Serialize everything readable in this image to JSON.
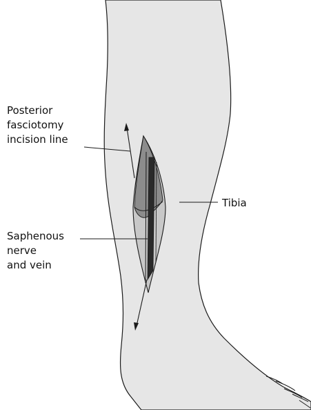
{
  "labels": {
    "posterior_fasciotomy": [
      "Posterior",
      "fasciotomy",
      "incision line"
    ],
    "tibia": "Tibia",
    "saphenous": [
      "Saphenous",
      "nerve",
      "and vein"
    ]
  },
  "colors": {
    "skin": "#e6e6e6",
    "outline": "#1a1a1a",
    "incision_fill": "#c8c8c8",
    "muscle_dark": "#8c8c8c",
    "vessel": "#2a2a2a",
    "background": "#ffffff"
  }
}
